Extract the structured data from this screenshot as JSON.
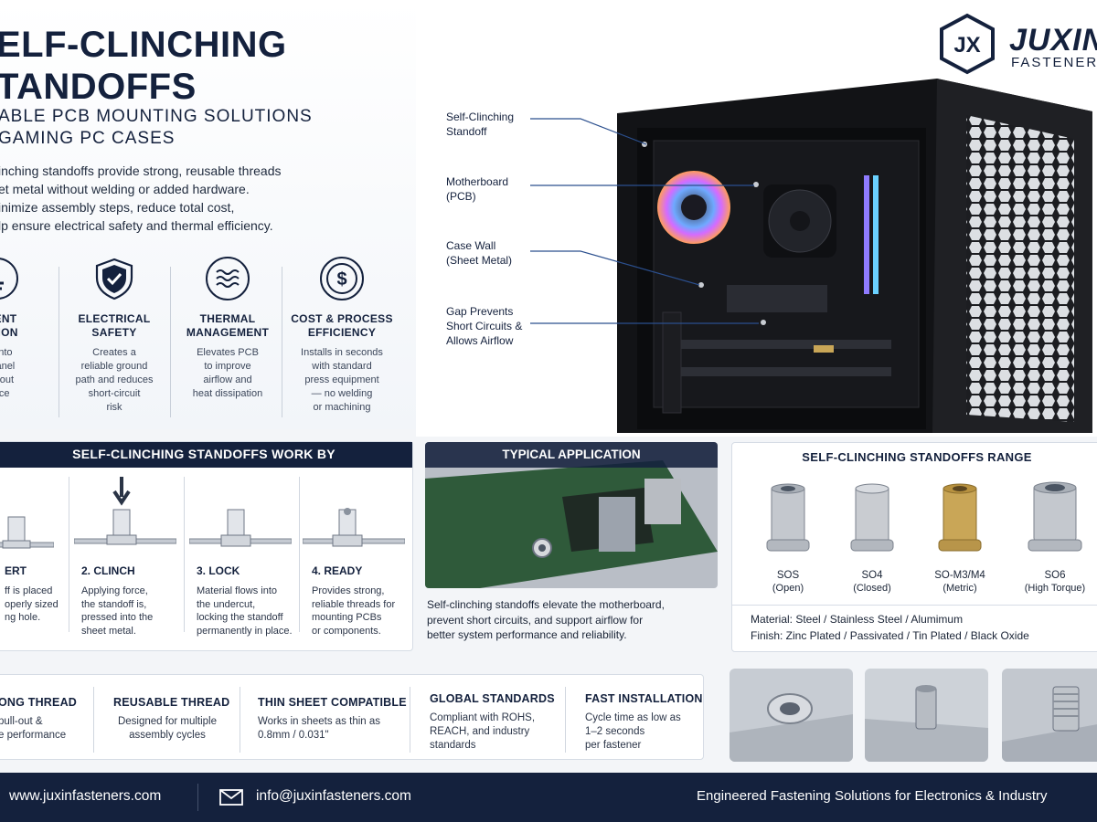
{
  "hero": {
    "title_line1": "ELF-CLINCHING",
    "title_line2": "TANDOFFS",
    "subtitle_line1": "ABLE PCB MOUNTING SOLUTIONS",
    "subtitle_line2": "GAMING PC CASES",
    "intro_lines": [
      "inching standoffs provide strong, reusable threads",
      "et metal without welding or added hardware.",
      "inimize assembly steps, reduce total cost,",
      "lp ensure electrical safety and thermal efficiency."
    ]
  },
  "features": [
    {
      "icon": "pin-icon",
      "title1": "ANENT",
      "title2": "LATION",
      "desc": [
        "ed into",
        "al panel",
        "pull-out",
        "tance"
      ]
    },
    {
      "icon": "shield-check-icon",
      "title1": "ELECTRICAL",
      "title2": "SAFETY",
      "desc": [
        "Creates a",
        "reliable ground",
        "path and reduces",
        "short-circuit",
        "risk"
      ]
    },
    {
      "icon": "heat-waves-icon",
      "title1": "THERMAL",
      "title2": "MANAGEMENT",
      "desc": [
        "Elevates PCB",
        "to improve",
        "airflow and",
        "heat dissipation"
      ]
    },
    {
      "icon": "dollar-coin-icon",
      "title1": "COST & PROCESS",
      "title2": "EFFICIENCY",
      "desc": [
        "Installs in seconds",
        "with standard",
        "press equipment",
        "— no welding",
        "or machining"
      ]
    }
  ],
  "logo": {
    "mark": "JX",
    "name": "JUXIN",
    "sub": "FASTENERS"
  },
  "callouts": [
    {
      "l1": "Self-Clinching",
      "l2": "Standoff"
    },
    {
      "l1": "Motherboard",
      "l2": "(PCB)"
    },
    {
      "l1": "Case Wall",
      "l2": "(Sheet Metal)"
    },
    {
      "l1": "Gap Prevents",
      "l2": "Short Circuits &",
      "l3": "Allows Airflow"
    }
  ],
  "how": {
    "title": "SELF-CLINCHING STANDOFFS WORK BY",
    "steps": [
      {
        "label": "ERT",
        "desc": [
          "ff is placed",
          "operly sized",
          "ng hole."
        ]
      },
      {
        "label": "2. CLINCH",
        "desc": [
          "Applying force,",
          "the standoff is,",
          "pressed into the",
          "sheet metal."
        ]
      },
      {
        "label": "3. LOCK",
        "desc": [
          "Material flows into",
          "the undercut,",
          "locking the standoff",
          "permanently in place."
        ]
      },
      {
        "label": "4. READY",
        "desc": [
          "Provides strong,",
          "reliable threads for",
          "mounting PCBs",
          "or components."
        ]
      }
    ]
  },
  "application": {
    "title": "TYPICAL APPLICATION",
    "caption": [
      "Self-clinching standoffs elevate the motherboard,",
      "prevent short circuits, and support airflow for",
      "better system performance and reliability."
    ]
  },
  "range": {
    "title": "SELF-CLINCHING STANDOFFS RANGE",
    "items": [
      {
        "name": "SOS",
        "sub": "(Open)",
        "color": "#c4c8ce"
      },
      {
        "name": "SO4",
        "sub": "(Closed)",
        "color": "#c9ccd1"
      },
      {
        "name": "SO-M3/M4",
        "sub": "(Metric)",
        "color": "#c9a657"
      },
      {
        "name": "SO6",
        "sub": "(High Torque)",
        "color": "#c4c8ce"
      }
    ],
    "material": "Material: Steel / Stainless Steel / Alumimum",
    "finish": "Finish: Zinc Plated / Passivated / Tin Plated / Black Oxide"
  },
  "benefits": [
    {
      "title": "ONG THREAD",
      "desc": [
        "pull-out &",
        "e performance"
      ]
    },
    {
      "title": "REUSABLE THREAD",
      "desc": [
        "Designed for multiple",
        "assembly cycles"
      ]
    },
    {
      "title": "THIN SHEET COMPATIBLE",
      "desc": [
        "Works in sheets as thin as",
        "0.8mm / 0.031\""
      ]
    },
    {
      "title": "GLOBAL STANDARDS",
      "desc": [
        "Compliant with ROHS,",
        "REACH, and industry",
        "standards"
      ]
    },
    {
      "title": "FAST INSTALLATION",
      "desc": [
        "Cycle time as low as",
        "1–2 seconds",
        "per fastener"
      ]
    }
  ],
  "footer": {
    "website": "www.juxinfasteners.com",
    "email": "info@juxinfasteners.com",
    "tagline": "Engineered Fastening Solutions for Electronics & Industry"
  },
  "colors": {
    "navy": "#14213d",
    "brass": "#c9a657"
  }
}
